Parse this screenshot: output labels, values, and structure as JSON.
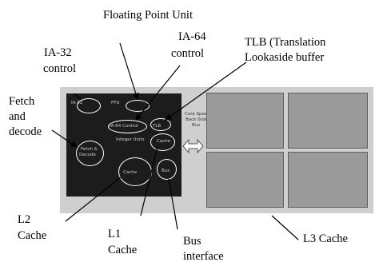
{
  "labels": {
    "fpu": "Floating Point Unit",
    "ia64": [
      "IA-64",
      "control"
    ],
    "ia32": [
      "IA-32",
      "control"
    ],
    "tlb": [
      "TLB (Translation",
      "Lookaside buffer"
    ],
    "fetch": [
      "Fetch",
      "and",
      "decode"
    ],
    "l2": [
      "L2",
      "Cache"
    ],
    "l1": [
      "L1",
      "Cache"
    ],
    "bus": [
      "Bus",
      "interface"
    ],
    "l3": "L3 Cache"
  },
  "chip": {
    "fpu": "FPU",
    "ia64_control": "IA-64 Control",
    "tlb": "TLB",
    "integer_units": "Integer Units",
    "cache": "Cache",
    "fetch_decode": [
      "Fetch &",
      "Decode"
    ],
    "ia32": "IA-32",
    "l2": "Cache",
    "bus": "Bus",
    "core_bus": [
      "Core Speed",
      "Back-Side",
      "Bus"
    ]
  },
  "colors": {
    "die": "#cfcfcf",
    "cpu": "#1c1c1c",
    "l3_bank": "#9a9a9a",
    "circle": "#ffffff",
    "text": "#000000"
  }
}
